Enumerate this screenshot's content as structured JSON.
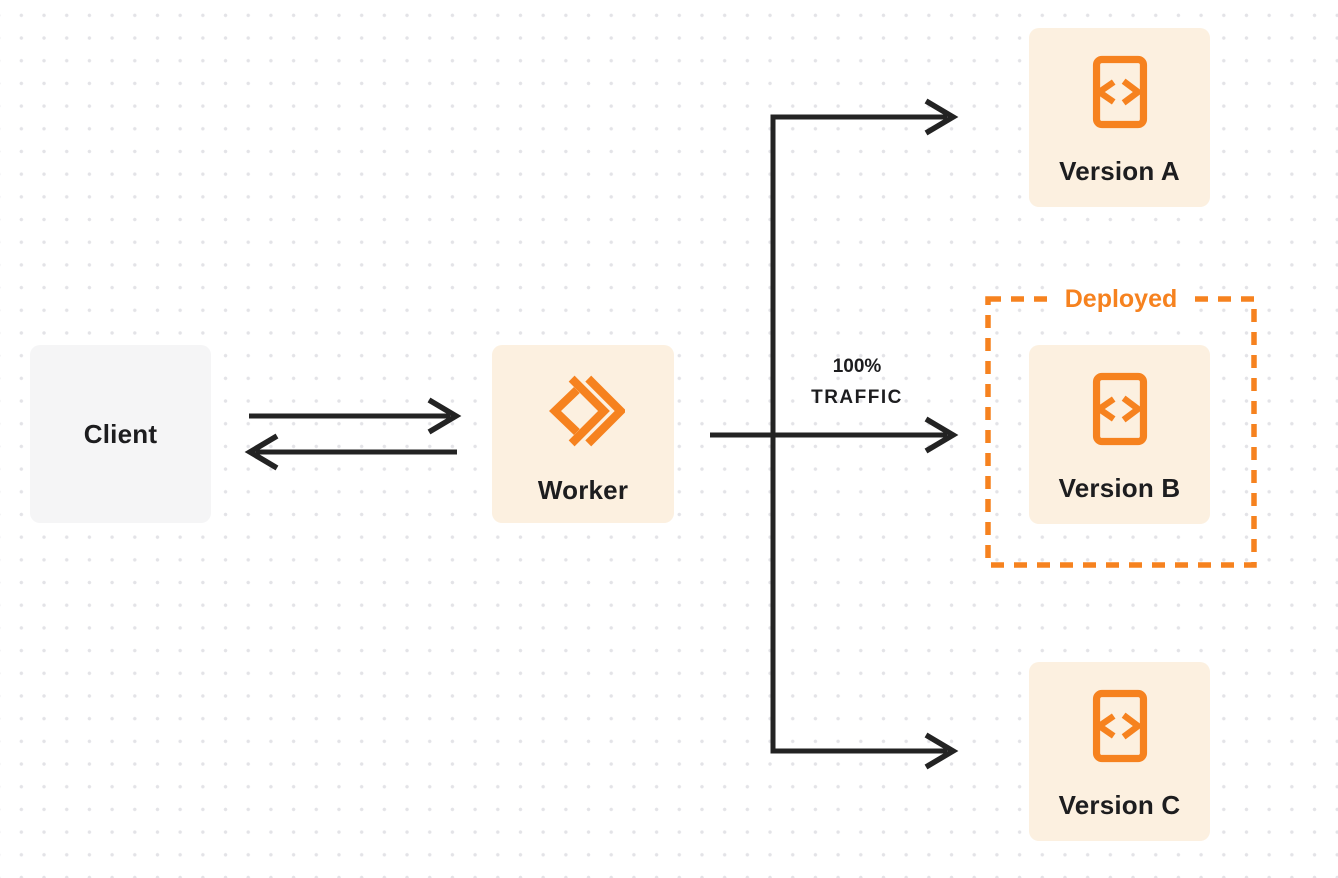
{
  "colors": {
    "accent_orange": "#F6821F",
    "node_cream_bg": "#FCF0E0",
    "client_gray_bg": "#F5F5F6",
    "arrow_dark": "#232323",
    "text_dark": "#1D1D1F",
    "grid_dot": "#E3E3E7"
  },
  "nodes": {
    "client": {
      "label": "Client"
    },
    "worker": {
      "label": "Worker",
      "icon": "workers-logo-icon"
    },
    "version_a": {
      "label": "Version A",
      "icon": "code-file-icon"
    },
    "version_b": {
      "label": "Version B",
      "icon": "code-file-icon"
    },
    "version_c": {
      "label": "Version C",
      "icon": "code-file-icon"
    }
  },
  "deployed_group": {
    "label": "Deployed"
  },
  "traffic_label": {
    "line1": "100%",
    "line2": "TRAFFIC"
  },
  "arrows": [
    {
      "name": "client-to-worker",
      "from": "client",
      "to": "worker"
    },
    {
      "name": "worker-to-client",
      "from": "worker",
      "to": "client"
    },
    {
      "name": "worker-to-version-a",
      "from": "worker",
      "to": "version_a"
    },
    {
      "name": "worker-to-version-b",
      "from": "worker",
      "to": "version_b",
      "label": "100% TRAFFIC"
    },
    {
      "name": "worker-to-version-c",
      "from": "worker",
      "to": "version_c"
    }
  ]
}
